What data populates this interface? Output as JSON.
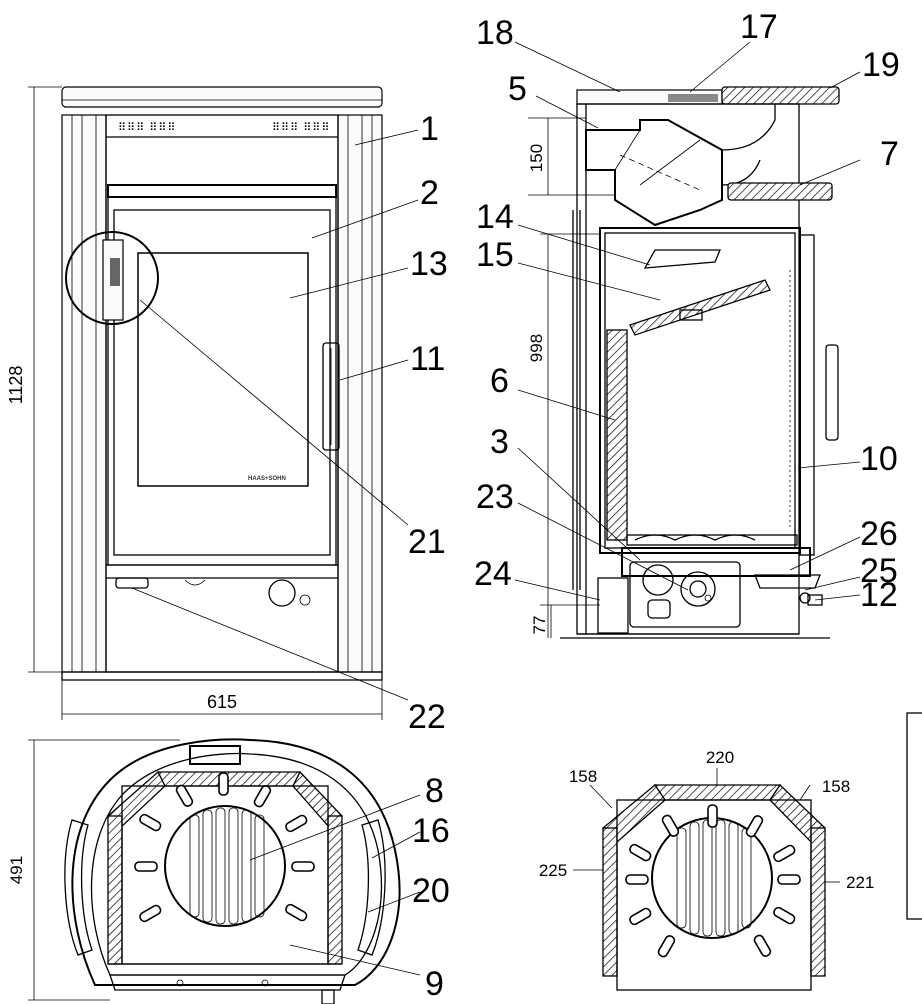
{
  "callouts": {
    "c1": "1",
    "c2": "2",
    "c3": "3",
    "c5": "5",
    "c6": "6",
    "c7": "7",
    "c8": "8",
    "c9": "9",
    "c10": "10",
    "c11": "11",
    "c12": "12",
    "c13": "13",
    "c14": "14",
    "c15": "15",
    "c16": "16",
    "c17": "17",
    "c18": "18",
    "c19": "19",
    "c20": "20",
    "c21": "21",
    "c22": "22",
    "c23": "23",
    "c24": "24",
    "c25": "25",
    "c26": "26"
  },
  "dimensions": {
    "height_total": "1128",
    "width_front": "615",
    "depth_top": "491",
    "height_flue": "998",
    "height_outlet": "150",
    "height_air_inlet": "77"
  },
  "liner": {
    "back": "220",
    "left_angle": "158",
    "right_angle": "158",
    "left_side": "225",
    "right_side": "221"
  },
  "brand_text": "HAAS+SOHN"
}
